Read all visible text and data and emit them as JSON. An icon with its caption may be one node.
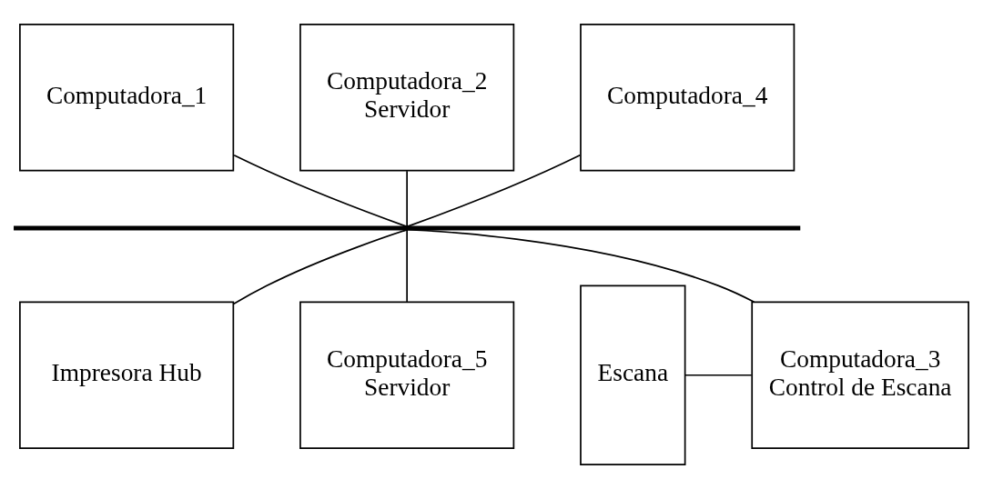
{
  "diagram": {
    "nodes": [
      {
        "text": [
          "Computadora_1"
        ]
      },
      {
        "text": [
          "Computadora_2",
          "Servidor"
        ]
      },
      {
        "text": [
          "Computadora_4"
        ]
      },
      {
        "text": [
          "Escana"
        ]
      },
      {
        "text": [],
        "shape": "bar"
      },
      {
        "text": [
          "Computadora_3",
          "Control de Escana"
        ]
      },
      {
        "text": [
          "Impresora Hub"
        ]
      },
      {
        "text": [
          "Computadora_5",
          "Servidor"
        ]
      }
    ],
    "edges": [
      {
        "from": 0,
        "to": 4,
        "arrow": "none"
      },
      {
        "from": 1,
        "to": 4,
        "arrow": "none"
      },
      {
        "from": 2,
        "to": 4,
        "arrow": "none"
      },
      {
        "from": 4,
        "to": 5,
        "arrow": "none"
      },
      {
        "from": 4,
        "to": 6,
        "arrow": "none"
      },
      {
        "from": 4,
        "to": 7,
        "arrow": "none"
      },
      {
        "from": 3,
        "to": 5,
        "arrow": "none"
      }
    ]
  }
}
